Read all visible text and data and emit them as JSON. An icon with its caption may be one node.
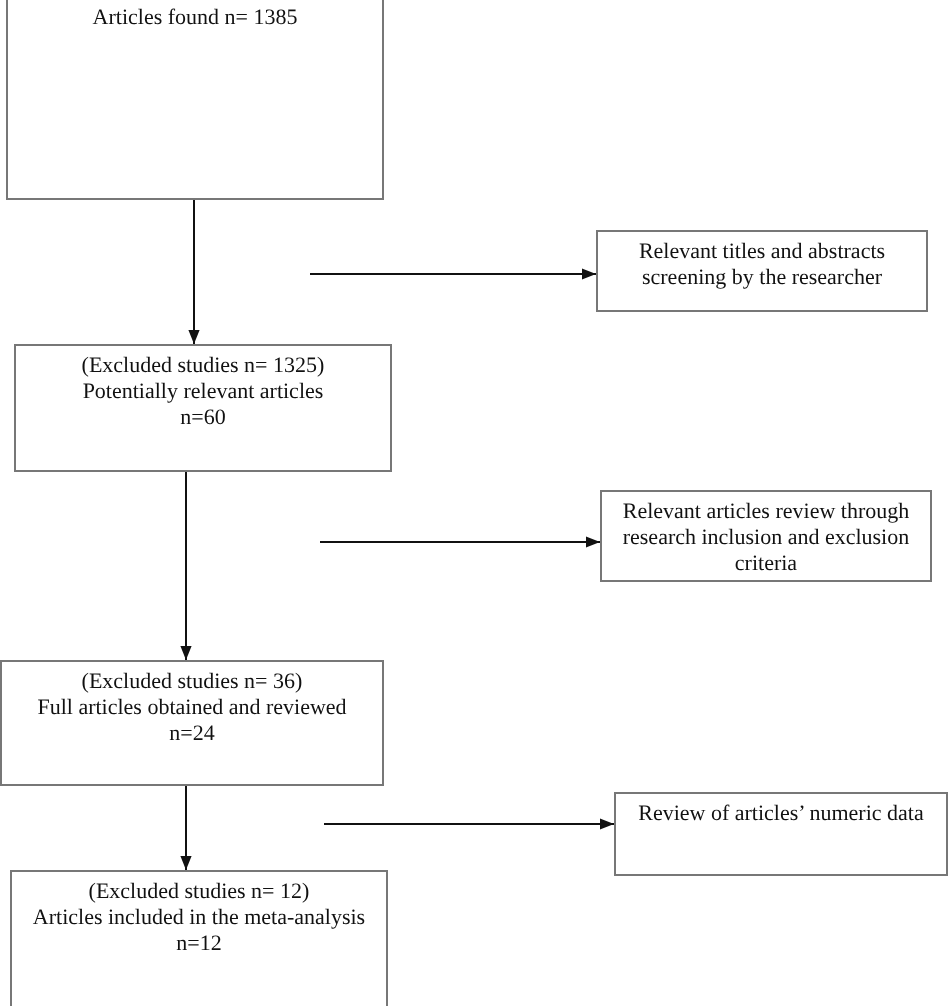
{
  "diagram": {
    "nodes": [
      {
        "text": [
          "Articles found n= 1385"
        ]
      },
      {
        "text": [
          "Relevant titles and abstracts screening by the researcher"
        ]
      },
      {
        "text": [
          "(Excluded studies n= 1325)",
          "Potentially relevant articles",
          "n=60"
        ]
      },
      {
        "text": [
          "Relevant articles review through research inclusion and exclusion criteria"
        ]
      },
      {
        "text": [
          "(Excluded studies n= 36)",
          "Full articles obtained and reviewed",
          "n=24"
        ]
      },
      {
        "text": [
          "Review of articles’ numeric data"
        ]
      },
      {
        "text": [
          "(Excluded studies n= 12)",
          "Articles included in the meta-analysis",
          "n=12"
        ]
      }
    ],
    "edges": [
      {
        "from": 0,
        "to": 2,
        "arrow": "to"
      },
      {
        "from": null,
        "to": 1,
        "arrow": "to"
      },
      {
        "from": 2,
        "to": 4,
        "arrow": "to"
      },
      {
        "from": null,
        "to": 3,
        "arrow": "to"
      },
      {
        "from": 4,
        "to": 6,
        "arrow": "to"
      },
      {
        "from": null,
        "to": 5,
        "arrow": "to"
      }
    ]
  }
}
